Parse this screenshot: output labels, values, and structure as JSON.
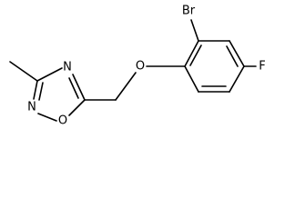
{
  "structure": {
    "atoms": {
      "bromine": "Br",
      "fluorine": "F",
      "ether_oxygen": "O",
      "ring_nitrogen_top": "N",
      "ring_nitrogen_left": "N",
      "ring_oxygen": "O"
    }
  }
}
